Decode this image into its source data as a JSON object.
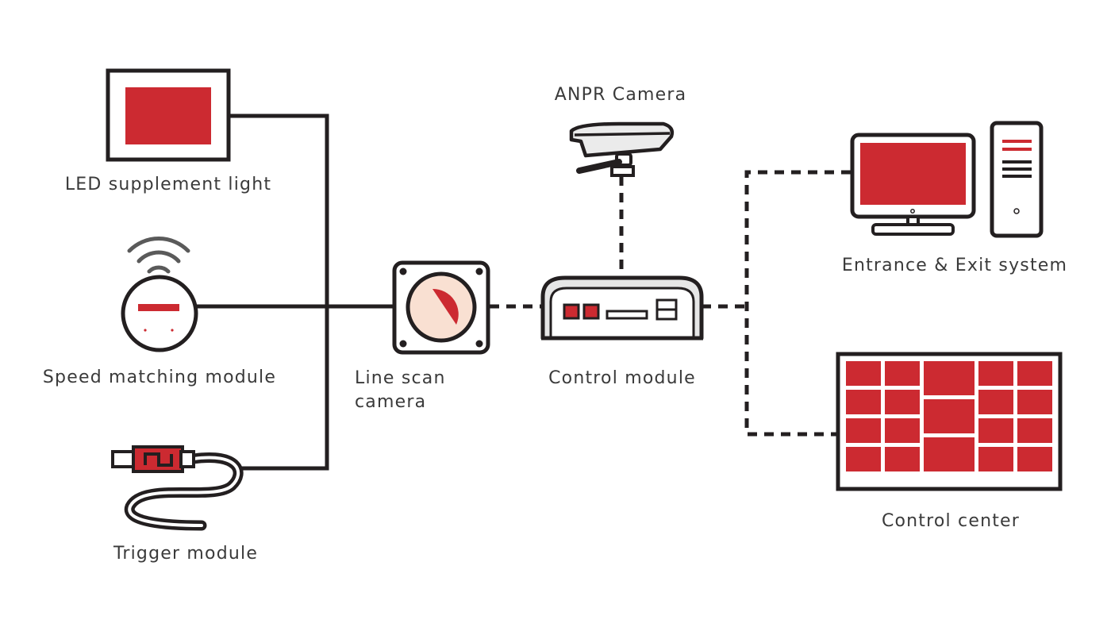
{
  "labels": {
    "led_light": "LED supplement light",
    "speed_module": "Speed matching module",
    "trigger_module": "Trigger module",
    "line_scan_1": "Line scan",
    "line_scan_2": "camera",
    "anpr_camera": "ANPR Camera",
    "control_module": "Control module",
    "entrance_exit": "Entrance & Exit system",
    "control_center": "Control center"
  },
  "colors": {
    "accent": "#cc2a31",
    "outline": "#231f20",
    "light_accent": "#f9e0d2",
    "grey": "#5a5a5a",
    "text": "#3a3a3a"
  }
}
